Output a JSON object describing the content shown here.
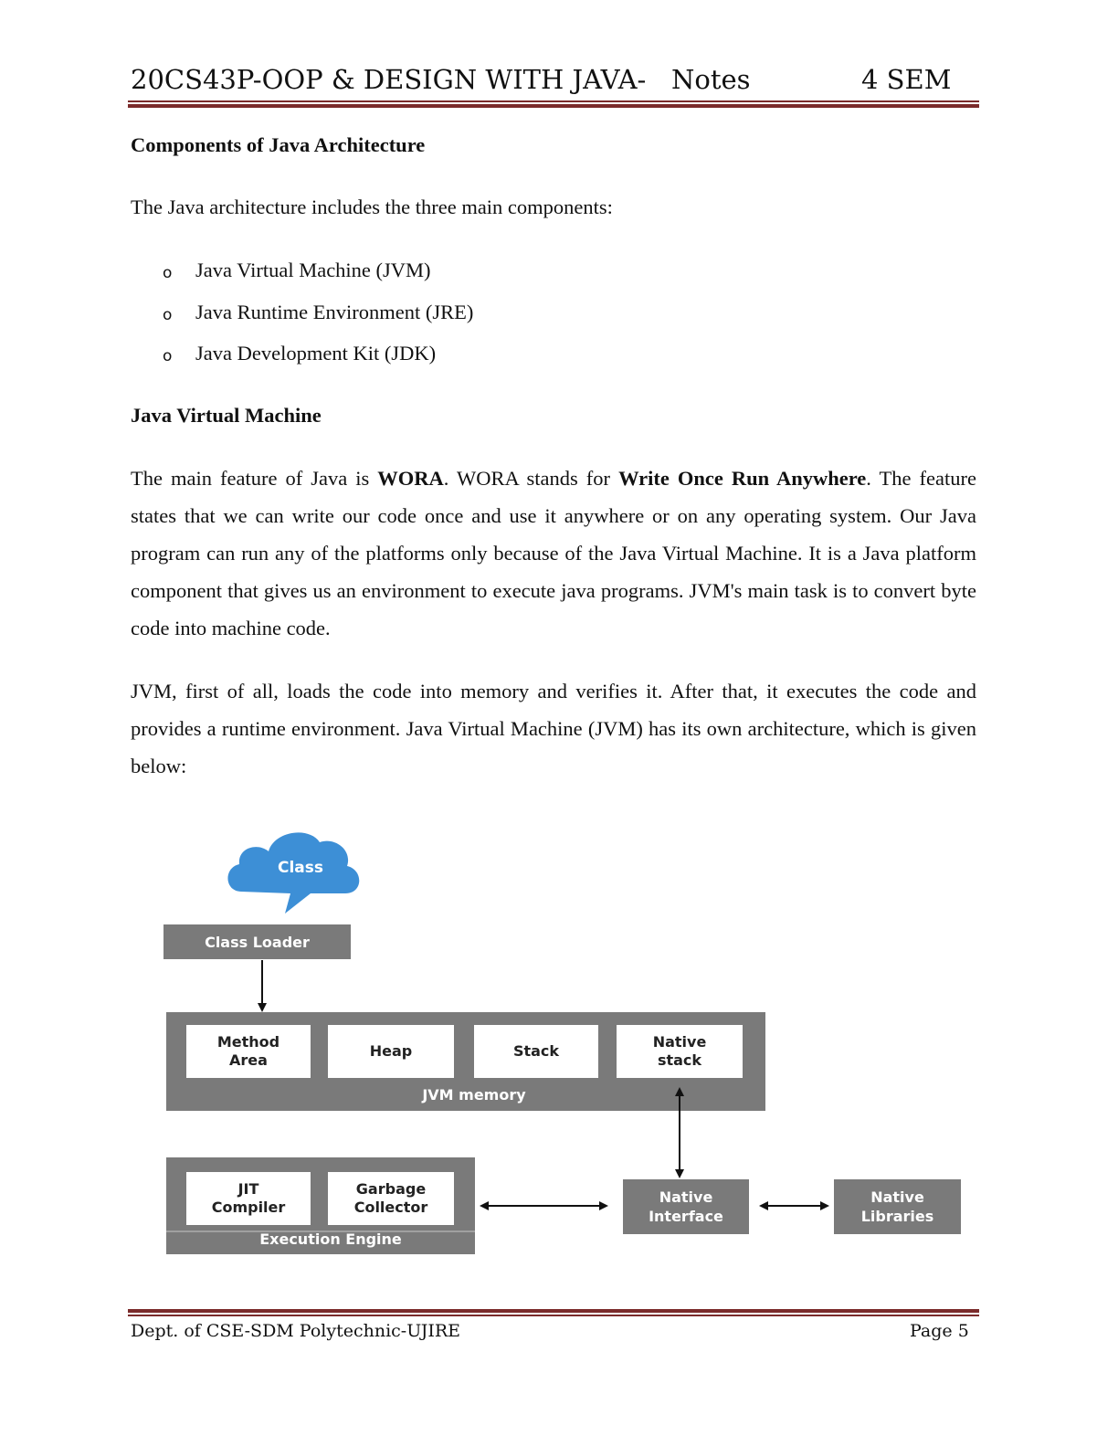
{
  "header": {
    "title": "20CS43P-OOP & DESIGN WITH JAVA-   Notes",
    "semester": "4 SEM"
  },
  "section1": {
    "heading": "Components of Java Architecture",
    "intro": "The Java architecture includes the three main components:",
    "items": [
      "Java Virtual Machine (JVM)",
      "Java Runtime Environment (JRE)",
      "Java Development Kit (JDK)"
    ],
    "bullet_marker": "o"
  },
  "section2": {
    "heading": "Java Virtual Machine",
    "p1": {
      "t1": "The main feature of Java is ",
      "b1": "WORA",
      "t2": ". WORA stands for ",
      "b2": "Write Once Run Anywhere",
      "t3": ". The feature states that we can write our code once and use it anywhere or on any operating system. Our Java program can run any of the platforms only because of the Java Virtual Machine. It is a Java platform component that gives us an environment to execute java programs. JVM's main task is to convert byte code into machine code."
    },
    "p2": "JVM, first of all, loads the code into memory and verifies it. After that, it executes the code and provides a runtime environment. Java Virtual Machine (JVM) has its own architecture, which is given below:"
  },
  "diagram": {
    "cloud": "Class",
    "class_loader": "Class Loader",
    "memory_title": "JVM memory",
    "memory_areas": [
      {
        "line1": "Method",
        "line2": "Area"
      },
      {
        "line1": "Heap",
        "line2": ""
      },
      {
        "line1": "Stack",
        "line2": ""
      },
      {
        "line1": "Native",
        "line2": "stack"
      }
    ],
    "engine_title": "Execution Engine",
    "engine_parts": [
      {
        "line1": "JIT",
        "line2": "Compiler"
      },
      {
        "line1": "Garbage",
        "line2": "Collector"
      }
    ],
    "native_interface": {
      "line1": "Native",
      "line2": "Interface"
    },
    "native_libraries": {
      "line1": "Native",
      "line2": "Libraries"
    },
    "colors": {
      "cloud": "#3d8fd6",
      "box": "#7a7a7a",
      "rule": "#7b2b2b"
    }
  },
  "footer": {
    "dept": "Dept. of CSE-SDM Polytechnic-UJIRE",
    "page": "Page 5"
  }
}
